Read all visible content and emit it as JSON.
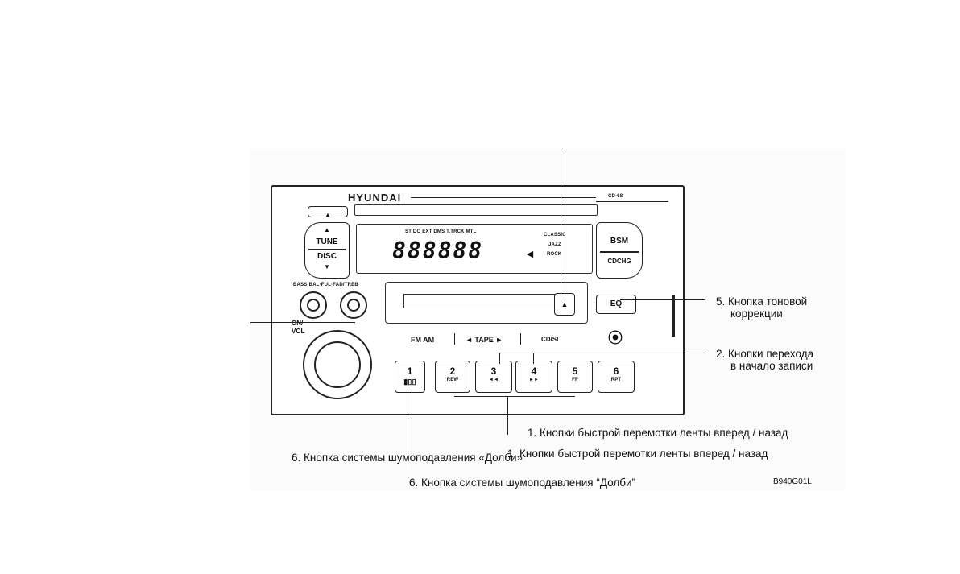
{
  "brand": "HYUNDAI",
  "model_tags": [
    "CD-68"
  ],
  "controls": {
    "tune_top": "TUNE",
    "tune_bottom": "DISC",
    "bsm": "BSM",
    "cdchg": "CDCHG",
    "eq": "EQ",
    "on_vol_1": "ON/",
    "on_vol_2": "VOL",
    "bass_row": "BASS·BAL·FUL·FAD/TREB",
    "fm_am": "FM AM",
    "tape": "◄ TAPE ►",
    "cd_label": "CD/SL",
    "display_digits": "888888",
    "display_indicators": "ST  DO  EXT  DMS  T.TRCK MTL",
    "eq_modes": [
      "CLASSIC",
      "JAZZ",
      "ROCK"
    ]
  },
  "presets": [
    {
      "num": "1",
      "sub": ""
    },
    {
      "num": "2",
      "sub": "REW"
    },
    {
      "num": "3",
      "sub": "◄◄"
    },
    {
      "num": "4",
      "sub": "►►"
    },
    {
      "num": "5",
      "sub": "FF"
    },
    {
      "num": "6",
      "sub": "RPT"
    }
  ],
  "callouts": {
    "c5_line1": "5. Кнопка тоновой",
    "c5_line2": "коррекции",
    "c2_line1": "2. Кнопки перехода",
    "c2_line2": "в начало записи",
    "c1_top": "1. Кнопки быстрой перемотки ленты вперед / назад",
    "c1_mid": "1. Кнопки быстрой перемотки ленты вперед / назад",
    "c6_mid": "6. Кнопка системы шумоподавления «Долби»",
    "c6_bottom": "6. Кнопка системы шумоподавления “Долби”"
  },
  "figure_code": "B940G01L"
}
